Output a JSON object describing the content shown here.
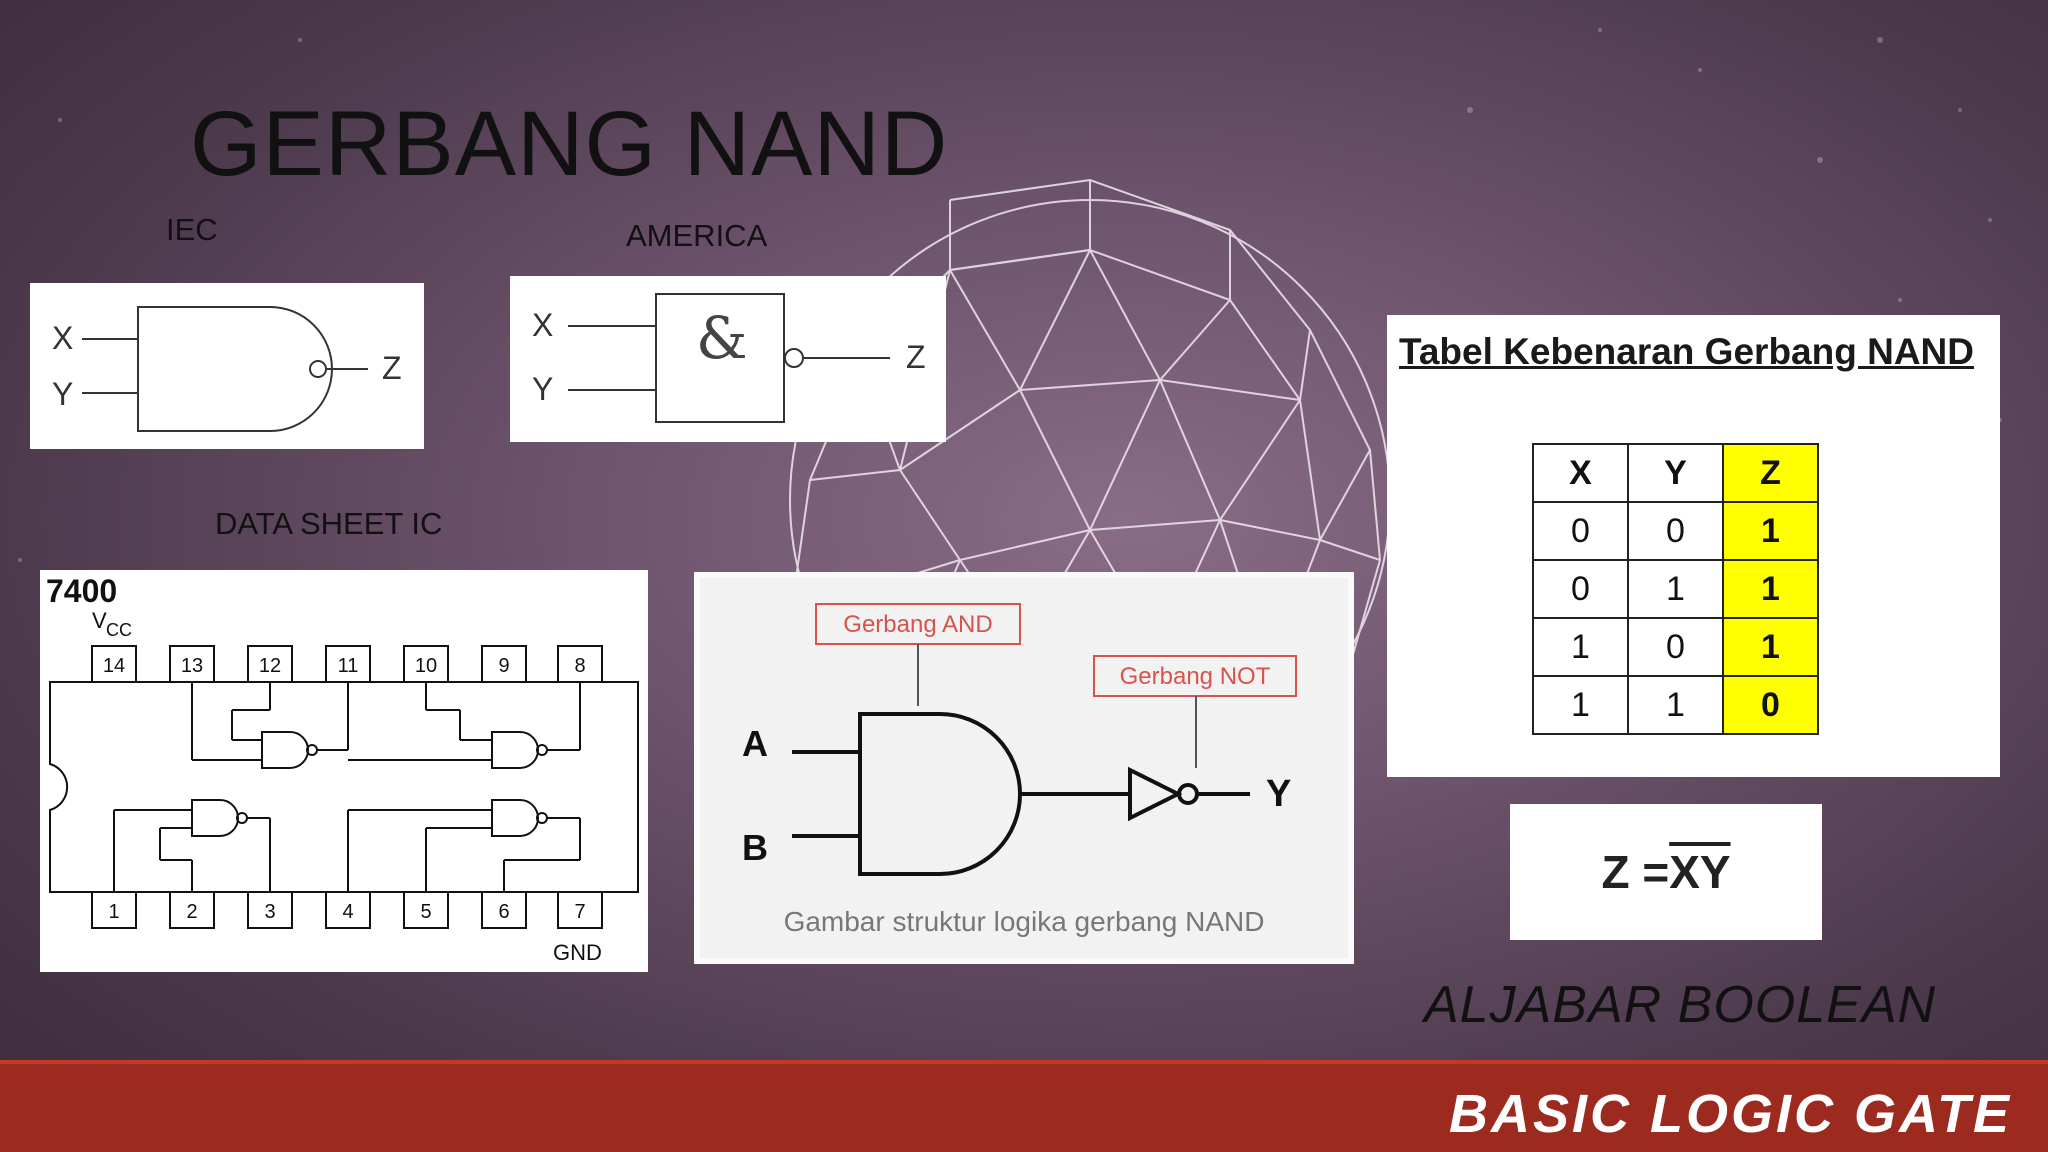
{
  "title": "GERBANG NAND",
  "labels": {
    "iec": "IEC",
    "america": "AMERICA",
    "datasheet": "DATA SHEET IC",
    "aljabar": "ALJABAR BOOLEAN"
  },
  "iec_symbol": {
    "x": "X",
    "y": "Y",
    "z": "Z"
  },
  "america_symbol": {
    "x": "X",
    "y": "Y",
    "z": "Z",
    "gate_mark": "&"
  },
  "datasheet_ic": {
    "chip": "7400",
    "vcc": "V",
    "vcc_sub": "CC",
    "gnd": "GND",
    "top_pins": [
      "14",
      "13",
      "12",
      "11",
      "10",
      "9",
      "8"
    ],
    "bottom_pins": [
      "1",
      "2",
      "3",
      "4",
      "5",
      "6",
      "7"
    ]
  },
  "structure": {
    "and_label": "Gerbang AND",
    "not_label": "Gerbang NOT",
    "input_a": "A",
    "input_b": "B",
    "output": "Y",
    "caption": "Gambar struktur logika gerbang NAND"
  },
  "truth_table": {
    "title": "Tabel Kebenaran Gerbang NAND",
    "headers": [
      "X",
      "Y",
      "Z"
    ],
    "rows": [
      [
        "0",
        "0",
        "1"
      ],
      [
        "0",
        "1",
        "1"
      ],
      [
        "1",
        "0",
        "1"
      ],
      [
        "1",
        "1",
        "0"
      ]
    ],
    "highlight_color": "#ffff00"
  },
  "formula": {
    "lhs": "Z = ",
    "rhs": "XY"
  },
  "footer": {
    "text": "BASIC  LOGIC  GATE",
    "color": "#9c2a1f"
  }
}
